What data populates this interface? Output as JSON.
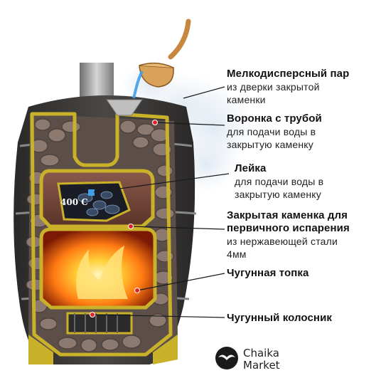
{
  "labels": [
    {
      "id": "steam",
      "title": "Мелкодисперсный пар",
      "desc": "из дверки закрытой\nкаменки"
    },
    {
      "id": "funnel",
      "title": "Воронка с трубой",
      "desc": "для подачи воды в\nзакрытую каменку"
    },
    {
      "id": "watering",
      "title": "Лейка",
      "desc": "для подачи воды в\nзакрытую каменку"
    },
    {
      "id": "closed-heater",
      "title": "Закрытая каменка для\nпервичного испарения",
      "desc": "из нержавеющей стали\n4мм"
    },
    {
      "id": "firebox",
      "title": "Чугунная топка",
      "desc": ""
    },
    {
      "id": "grate",
      "title": "Чугунный колосник",
      "desc": ""
    }
  ],
  "temperature": "400 C",
  "logo": {
    "line1": "Chaika",
    "line2": "Market"
  },
  "colors": {
    "frame": "#c9b12a",
    "wood": "#3a3836",
    "stone": "#8c7a70",
    "fire": "#ff8a1a",
    "leader": "#1a1a1a",
    "marker": "#e0252a"
  }
}
